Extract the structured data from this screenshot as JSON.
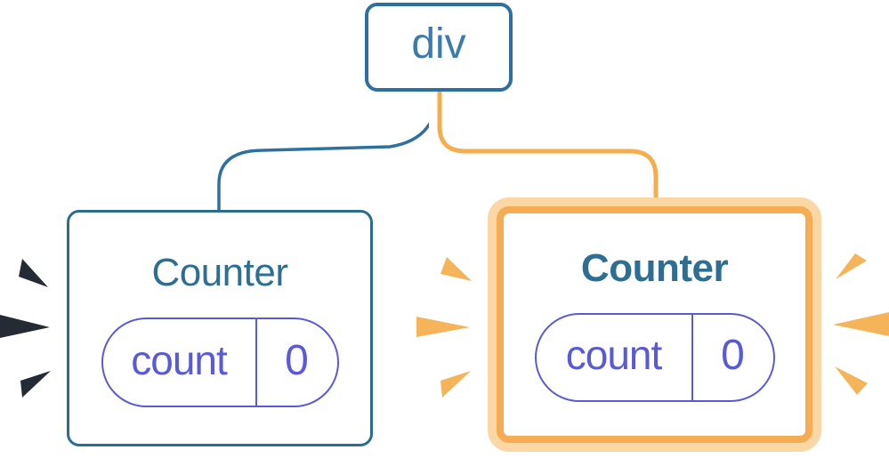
{
  "diagram": {
    "description": "React component tree: div root with two Counter children; right Counter highlighted after state update",
    "root_node": {
      "label": "div"
    },
    "counters": [
      {
        "id": "left",
        "title": "Counter",
        "state_pill": {
          "key": "count",
          "value": "0"
        },
        "highlighted": false,
        "spark_style": "dark"
      },
      {
        "id": "right",
        "title": "Counter",
        "state_pill": {
          "key": "count",
          "value": "0"
        },
        "highlighted": true,
        "spark_style": "orange"
      }
    ],
    "colors": {
      "background": "#ffffff",
      "node_border_blue": "#2d6fa0",
      "node_text_blue": "#3b7cac",
      "counter_border_blue": "#2b6d8f",
      "counter_title_blue": "#2d6e93",
      "pill_indigo": "#5a5bd4",
      "highlight_border_orange": "#f5ac52",
      "highlight_glow_peach": "#fad7a4",
      "connector_highlight_orange": "#f6ad4e",
      "connector_blue": "#2e71a0",
      "spark_orange": "#f6b45a",
      "spark_dark": "#242b34"
    }
  }
}
